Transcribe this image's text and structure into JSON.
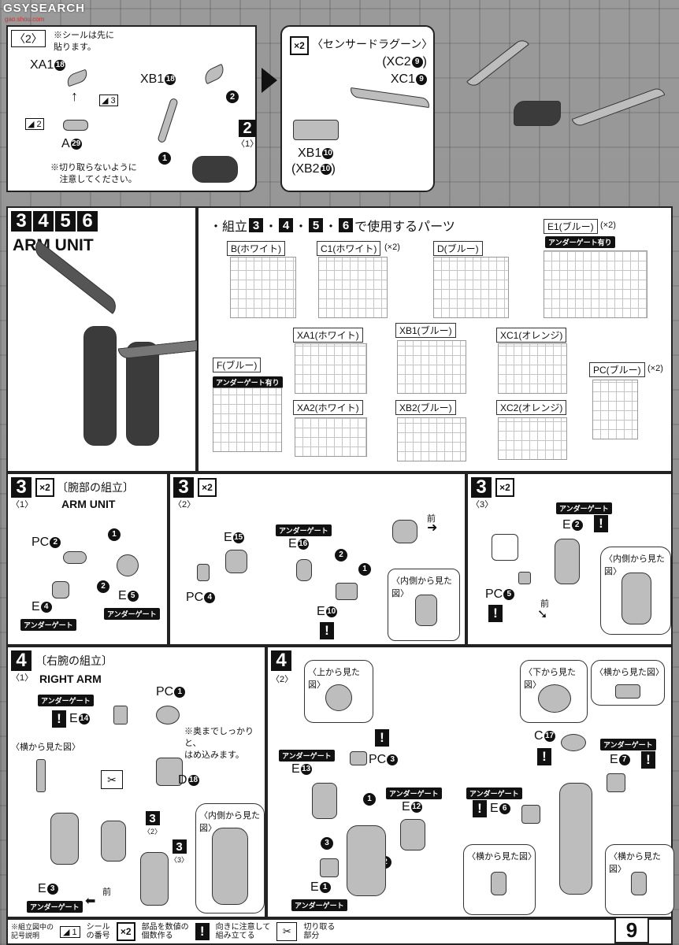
{
  "watermark": "GSYSEARCH",
  "watermark_url": "gao.shou.com",
  "top_left": {
    "substep": "〈2〉",
    "note_top": "※シールは先に\n貼ります。",
    "part_xa1": "XA1",
    "xa1_num": "18",
    "part_a": "A",
    "a_num": "29",
    "sticker2": "2",
    "sticker3": "3",
    "part_xb1": "XB1",
    "xb1_num": "18",
    "note_bottom": "※切り取らないように\n注意してください。",
    "ref_step": "2",
    "ref_sub": "〈1〉",
    "arrow1": "1",
    "arrow2": "2"
  },
  "top_right": {
    "x2": "×2",
    "title": "〈センサードラグーン〉",
    "p1": "(XC2",
    "p1n": "9",
    "p2": "XC1",
    "p2n": "9",
    "p3": "XB1",
    "p3n": "10",
    "p4": "(XB2",
    "p4n": "10"
  },
  "arm_unit": {
    "steps": [
      "3",
      "4",
      "5",
      "6"
    ],
    "title": "ARM UNIT"
  },
  "parts_list": {
    "heading_pre": "・組立",
    "steps": [
      "3",
      "4",
      "5",
      "6"
    ],
    "heading_post": "で使用するパーツ",
    "sprues": [
      {
        "label": "B(ホワイト)",
        "extra": ""
      },
      {
        "label": "C1(ホワイト)",
        "extra": "(×2)"
      },
      {
        "label": "D(ブルー)",
        "extra": ""
      },
      {
        "label": "E1(ブルー)",
        "extra": "(×2)",
        "note": "アンダーゲート有り"
      },
      {
        "label": "F(ブルー)",
        "extra": "",
        "note": "アンダーゲート有り"
      },
      {
        "label": "XA1(ホワイト)",
        "extra": ""
      },
      {
        "label": "XB1(ブルー)",
        "extra": ""
      },
      {
        "label": "XC1(オレンジ)",
        "extra": ""
      },
      {
        "label": "PC(ブルー)",
        "extra": "(×2)"
      },
      {
        "label": "XA2(ホワイト)",
        "extra": ""
      },
      {
        "label": "XB2(ブルー)",
        "extra": ""
      },
      {
        "label": "XC2(オレンジ)",
        "extra": ""
      }
    ]
  },
  "s3_1": {
    "step": "3",
    "sub": "〈1〉",
    "x2": "×2",
    "title": "〔腕部の組立〕",
    "title_en": "ARM UNIT",
    "pc": "PC",
    "pc_n": "2",
    "e4": "E",
    "e4_n": "4",
    "e5": "E",
    "e5_n": "5",
    "gate1": "アンダーゲート",
    "gate2": "アンダーゲート",
    "a1": "1",
    "a2": "2"
  },
  "s3_2": {
    "step": "3",
    "sub": "〈2〉",
    "x2": "×2",
    "e15": "E",
    "e15_n": "15",
    "pc": "PC",
    "pc_n": "4",
    "gate": "アンダーゲート",
    "e16": "E",
    "e16_n": "16",
    "e10": "E",
    "e10_n": "10",
    "front": "前",
    "inner": "〈内側から見た図〉",
    "a1": "1",
    "a2": "2",
    "warn": "!"
  },
  "s3_3": {
    "step": "3",
    "sub": "〈3〉",
    "x2": "×2",
    "gate": "アンダーゲート",
    "e2": "E",
    "e2_n": "2",
    "pc": "PC",
    "pc_n": "5",
    "inner": "〈内側から見た図〉",
    "front": "前",
    "warn": "!"
  },
  "s4_1": {
    "step": "4",
    "sub": "〈1〉",
    "title": "〔右腕の組立〕",
    "title_en": "RIGHT ARM",
    "gate": "アンダーゲート",
    "e14": "E",
    "e14_n": "14",
    "pc": "PC",
    "pc_n": "1",
    "note": "※奥までしっかりと、\nはめ込みます。",
    "side": "〈横から見た図〉",
    "d": "D",
    "d_n": "18",
    "e3": "E",
    "e3_n": "3",
    "gate2": "アンダーゲート",
    "front": "前",
    "inner": "〈内側から見た図〉",
    "ref3a": "3",
    "ref3a_sub": "〈2〉",
    "ref3b": "3",
    "ref3b_sub": "〈3〉",
    "warn": "!"
  },
  "s4_2": {
    "step": "4",
    "sub": "〈2〉",
    "top": "〈上から見た図〉",
    "gate": "アンダーゲート",
    "e13": "E",
    "e13_n": "13",
    "pc": "PC",
    "pc_n": "3",
    "gate2": "アンダーゲート",
    "e12": "E",
    "e12_n": "12",
    "e1": "E",
    "e1_n": "1",
    "gate3": "アンダーゲート",
    "a1": "1",
    "a2": "2",
    "a3": "3",
    "warn": "!"
  },
  "s4_3": {
    "bottom": "〈下から見た図〉",
    "side1": "〈横から見た図〉",
    "c": "C",
    "c_n": "17",
    "gate": "アンダーゲート",
    "e7": "E",
    "e7_n": "7",
    "gate2": "アンダーゲート",
    "e6": "E",
    "e6_n": "6",
    "side2": "〈横から見た図〉",
    "side3": "〈横から見た図〉",
    "warn": "!"
  },
  "legend": {
    "head": "※組立図中の\n記号説明",
    "s_num": "1",
    "s_text": "シール\nの番号",
    "x2": "×2",
    "x2_text": "部品を数値の\n個数作る",
    "warn_text": "向きに注意して\n組み立てる",
    "cut_text": "切り取る\n部分"
  },
  "page_number": "9"
}
